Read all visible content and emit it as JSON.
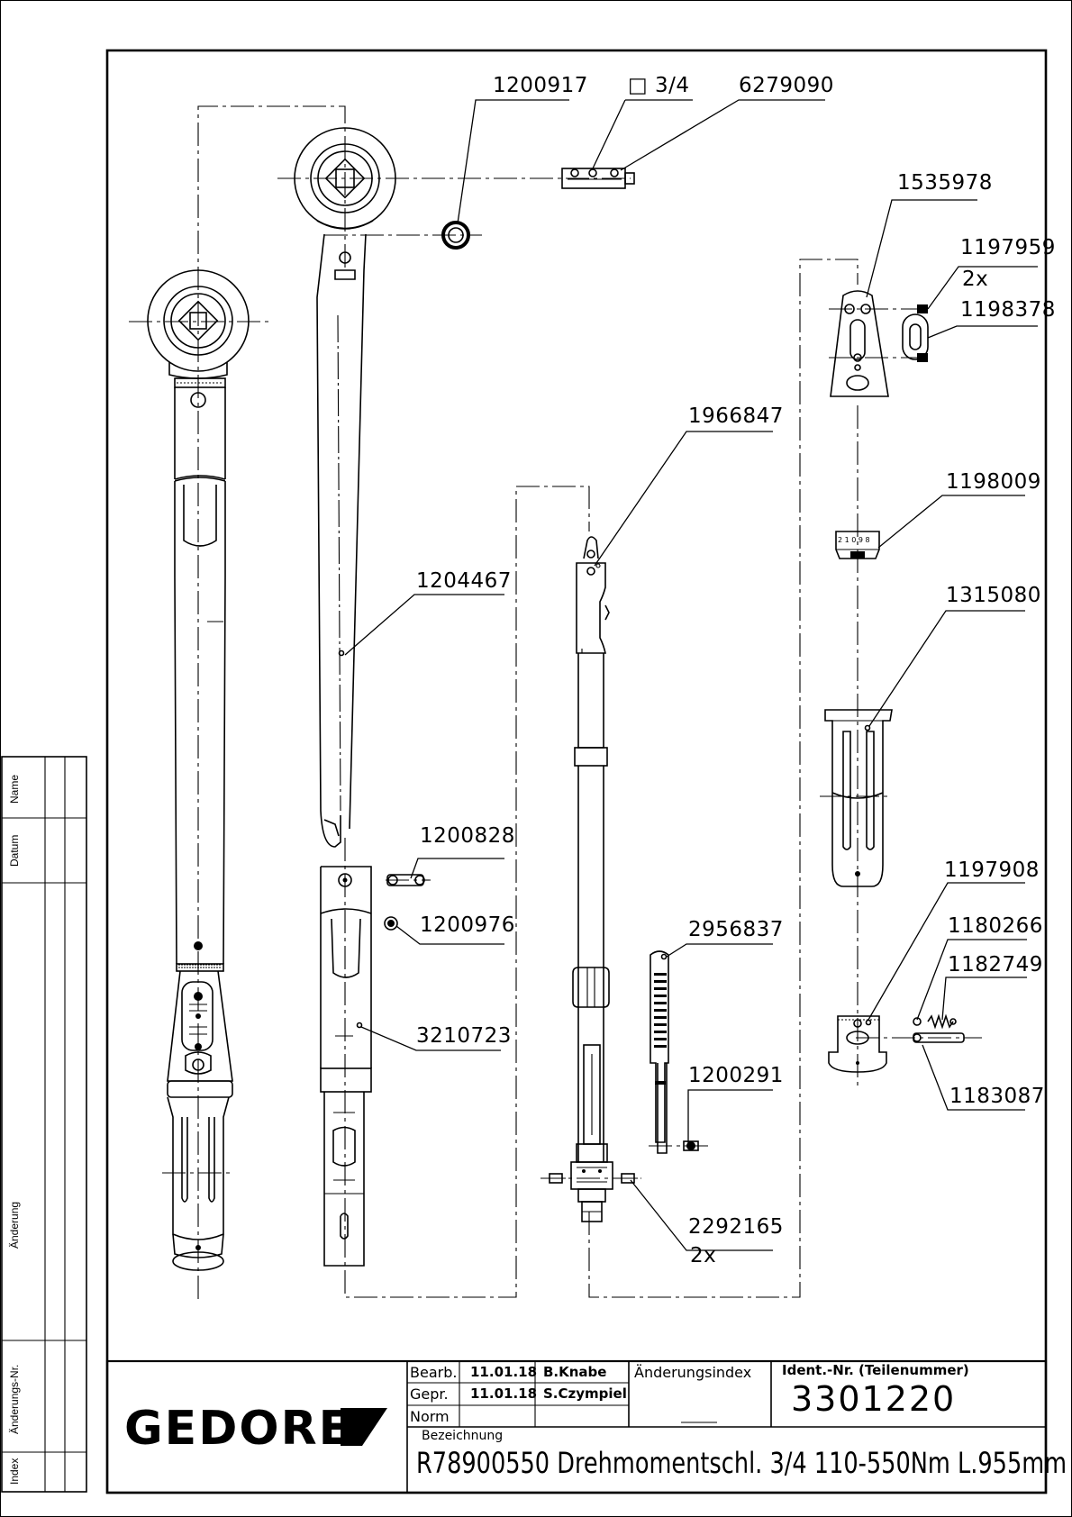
{
  "part_labels": {
    "p1200917": "1200917",
    "square_drive": "□ 3/4",
    "p6279090": "6279090",
    "p1535978": "1535978",
    "p1197959": "1197959",
    "p1197959_qty": "2x",
    "p1198378": "1198378",
    "p1966847": "1966847",
    "p1198009": "1198009",
    "p1204467": "1204467",
    "p1315080": "1315080",
    "p1200828": "1200828",
    "p1200976": "1200976",
    "p2956837": "2956837",
    "p1197908": "1197908",
    "p1180266": "1180266",
    "p1182749": "1182749",
    "p3210723": "3210723",
    "p1200291": "1200291",
    "p1183087": "1183087",
    "p2292165": "2292165",
    "p2292165_qty": "2x"
  },
  "revision_block": {
    "name": "Name",
    "datum": "Datum",
    "aenderung": "Änderung",
    "aenderungs_nr": "Änderungs-Nr.",
    "index": "Index"
  },
  "title_block": {
    "logo": "GEDORE",
    "bearb_label": "Bearb.",
    "bearb_date": "11.01.18",
    "bearb_name": "B.Knabe",
    "gepr_label": "Gepr.",
    "gepr_date": "11.01.18",
    "gepr_name": "S.Czympiel",
    "norm_label": "Norm",
    "aenderungsindex_label": "Änderungsindex",
    "ident_label": "Ident.-Nr.  (Teilenummer)",
    "ident_value": "3301220",
    "bezeichnung_label": "Bezeichnung",
    "bezeichnung_value": "R78900550 Drehmomentschl. 3/4 110-550Nm L.955mm"
  }
}
